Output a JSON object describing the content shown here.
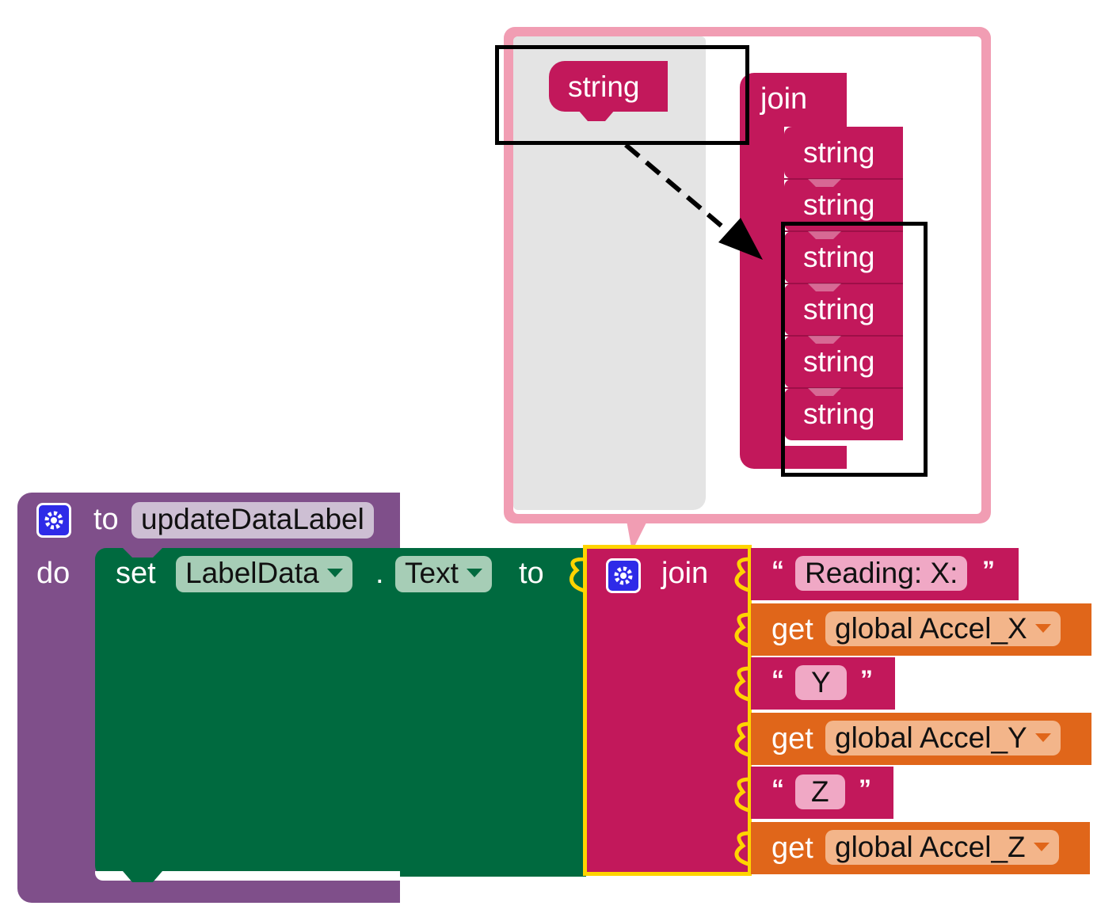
{
  "mutator": {
    "palette_block": "string",
    "join_label": "join",
    "items": [
      "string",
      "string",
      "string",
      "string",
      "string",
      "string"
    ]
  },
  "procedure": {
    "keyword_to": "to",
    "name": "updateDataLabel",
    "keyword_do": "do"
  },
  "setter": {
    "keyword_set": "set",
    "component": "LabelData",
    "dot": ".",
    "property": "Text",
    "keyword_to": "to"
  },
  "join": {
    "label": "join",
    "inputs": [
      {
        "kind": "text",
        "open_quote": "“",
        "value": "Reading: X:",
        "close_quote": "”"
      },
      {
        "kind": "get",
        "keyword": "get",
        "variable": "global Accel_X"
      },
      {
        "kind": "text",
        "open_quote": "“",
        "value": "Y",
        "close_quote": "”"
      },
      {
        "kind": "get",
        "keyword": "get",
        "variable": "global Accel_Y"
      },
      {
        "kind": "text",
        "open_quote": "“",
        "value": "Z",
        "close_quote": "”"
      },
      {
        "kind": "get",
        "keyword": "get",
        "variable": "global Accel_Z"
      }
    ]
  },
  "colors": {
    "procedure": "#7f4f8a",
    "setter": "#006a3f",
    "text_block": "#c2185b",
    "getter": "#e0661a",
    "mutator_bubble": "#f19db3",
    "highlight": "#ffd400",
    "gear": "#2e2be8"
  },
  "icons": [
    "gear-icon",
    "dropdown-caret-icon",
    "dashed-arrow-icon"
  ]
}
